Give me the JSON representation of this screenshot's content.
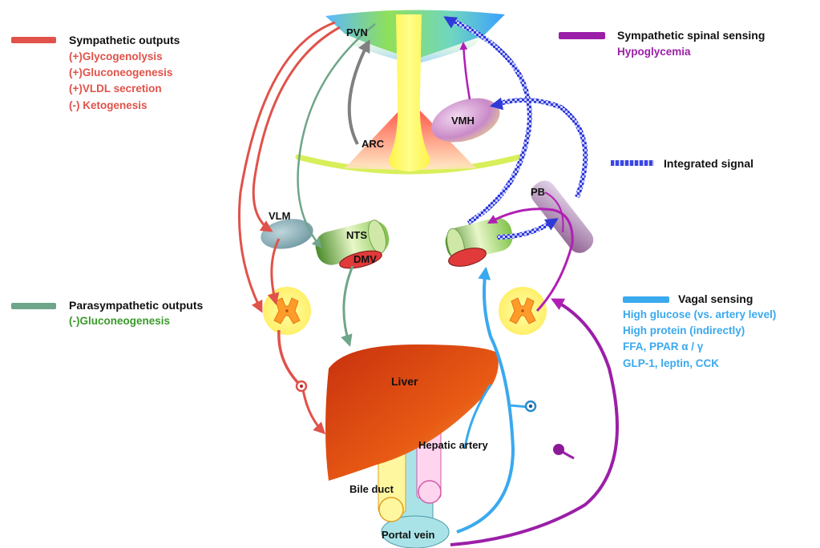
{
  "legends": {
    "sympathetic": {
      "title": "Sympathetic outputs",
      "lines": [
        "(+)Glycogenolysis",
        "(+)Gluconeogenesis",
        "(+)VLDL secretion",
        "(-) Ketogenesis"
      ],
      "color": "#e0524a"
    },
    "parasympathetic": {
      "title": "Parasympathetic outputs",
      "lines": [
        "(-)Gluconeogenesis"
      ],
      "color": "#6fa58a",
      "text_color": "#3a9a2a"
    },
    "spinal": {
      "title": "Sympathetic spinal sensing",
      "lines": [
        "Hypoglycemia"
      ],
      "color": "#9b1fa8"
    },
    "integrated": {
      "title": "Integrated signal",
      "color": "#3a46e0"
    },
    "vagal": {
      "title": "Vagal sensing",
      "lines": [
        "High glucose (vs. artery level)",
        "High protein (indirectly)",
        "FFA, PPAR α / γ",
        "GLP-1, leptin, CCK"
      ],
      "color": "#3aa9ee"
    }
  },
  "structures": {
    "pvn": "PVN",
    "vmh": "VMH",
    "arc": "ARC",
    "pb": "PB",
    "vlm": "VLM",
    "nts": "NTS",
    "dmv": "DMV",
    "liver": "Liver",
    "hepatic_artery": "Hepatic artery",
    "bile_duct": "Bile duct",
    "portal_vein": "Portal vein"
  }
}
